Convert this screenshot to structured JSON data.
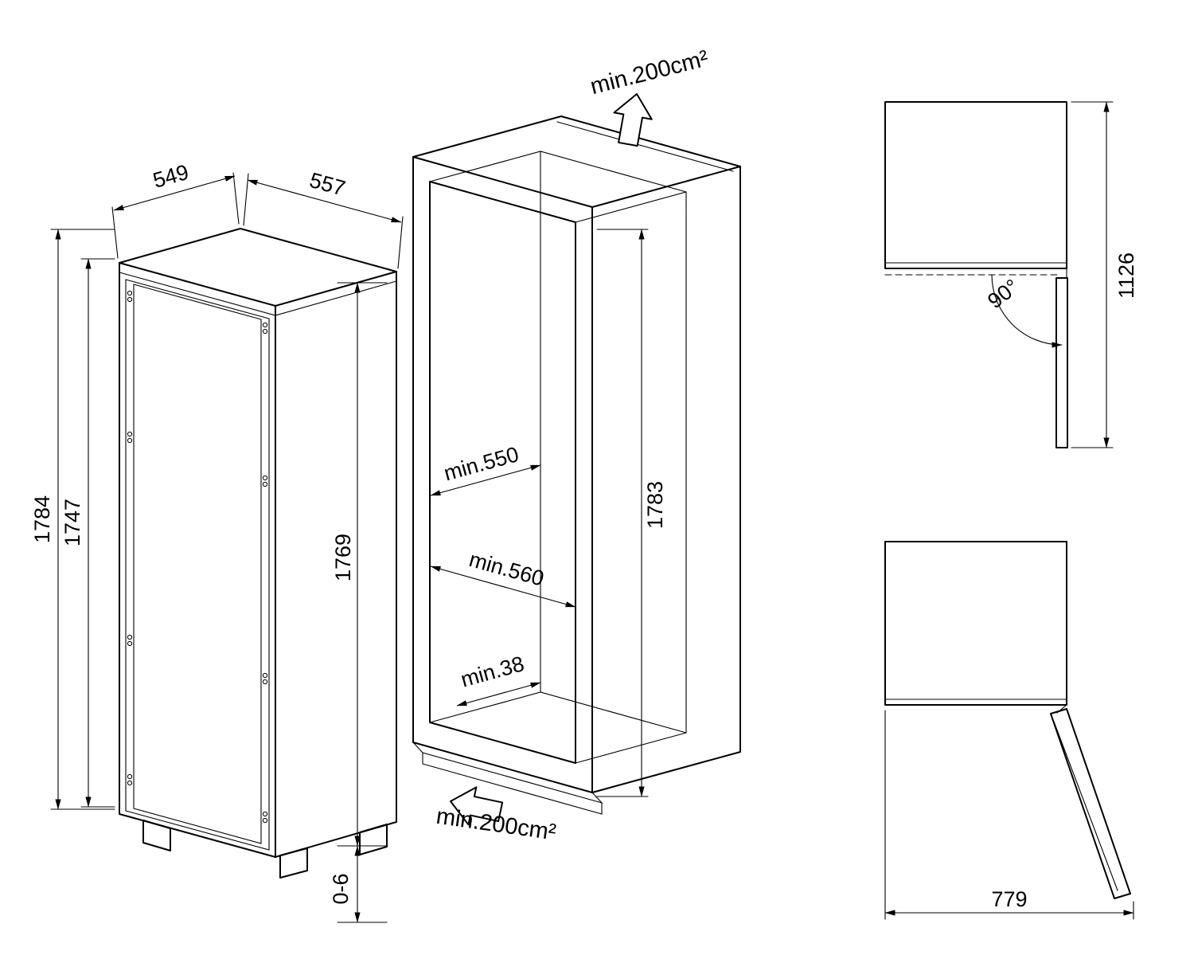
{
  "colors": {
    "line": "#000000",
    "background": "#ffffff"
  },
  "appliance": {
    "depth_top": "549",
    "width_top": "557",
    "height_overall": "1784",
    "height_door": "1747",
    "height_body": "1769",
    "feet_range": "0-6"
  },
  "niche": {
    "vent_top": "min.200cm²",
    "depth_min": "min.550",
    "width_min": "min.560",
    "rear_gap_min": "min.38",
    "height": "1783",
    "vent_bottom": "min.200cm²"
  },
  "top_view": {
    "angle": "90°",
    "depth_door_open": "1126"
  },
  "open_view": {
    "door_width": "779"
  }
}
